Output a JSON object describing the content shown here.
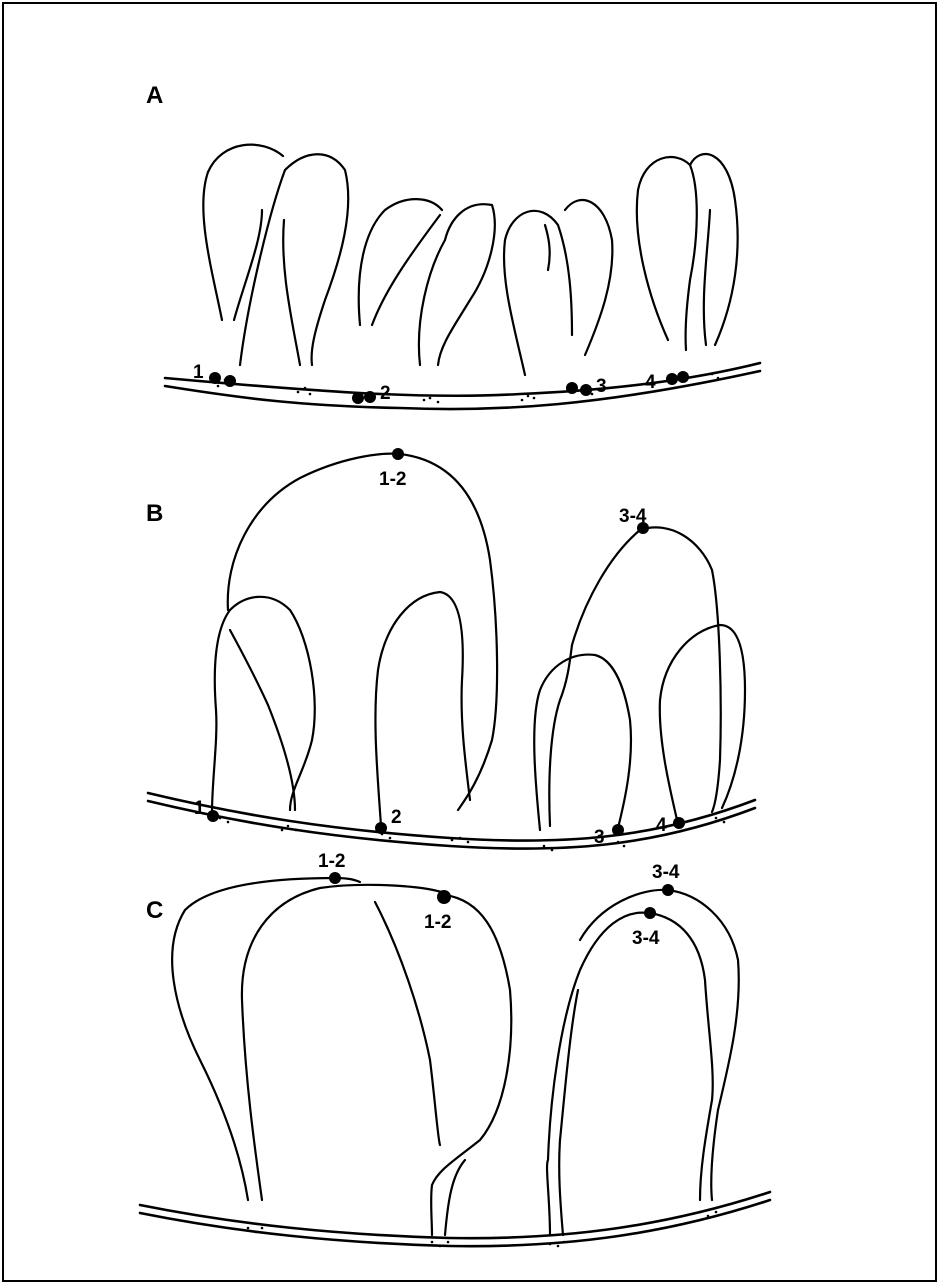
{
  "panels": [
    {
      "label": "A",
      "sites": [
        {
          "label": "1"
        },
        {
          "label": "2"
        },
        {
          "label": "3"
        },
        {
          "label": "4"
        }
      ]
    },
    {
      "label": "B",
      "sites": [
        {
          "label": "1-2"
        },
        {
          "label": "3-4"
        },
        {
          "label": "1"
        },
        {
          "label": "2"
        },
        {
          "label": "3"
        },
        {
          "label": "4"
        }
      ]
    },
    {
      "label": "C",
      "sites": [
        {
          "label": "1-2"
        },
        {
          "label": "1-2"
        },
        {
          "label": "3-4"
        },
        {
          "label": "3-4"
        }
      ]
    }
  ]
}
